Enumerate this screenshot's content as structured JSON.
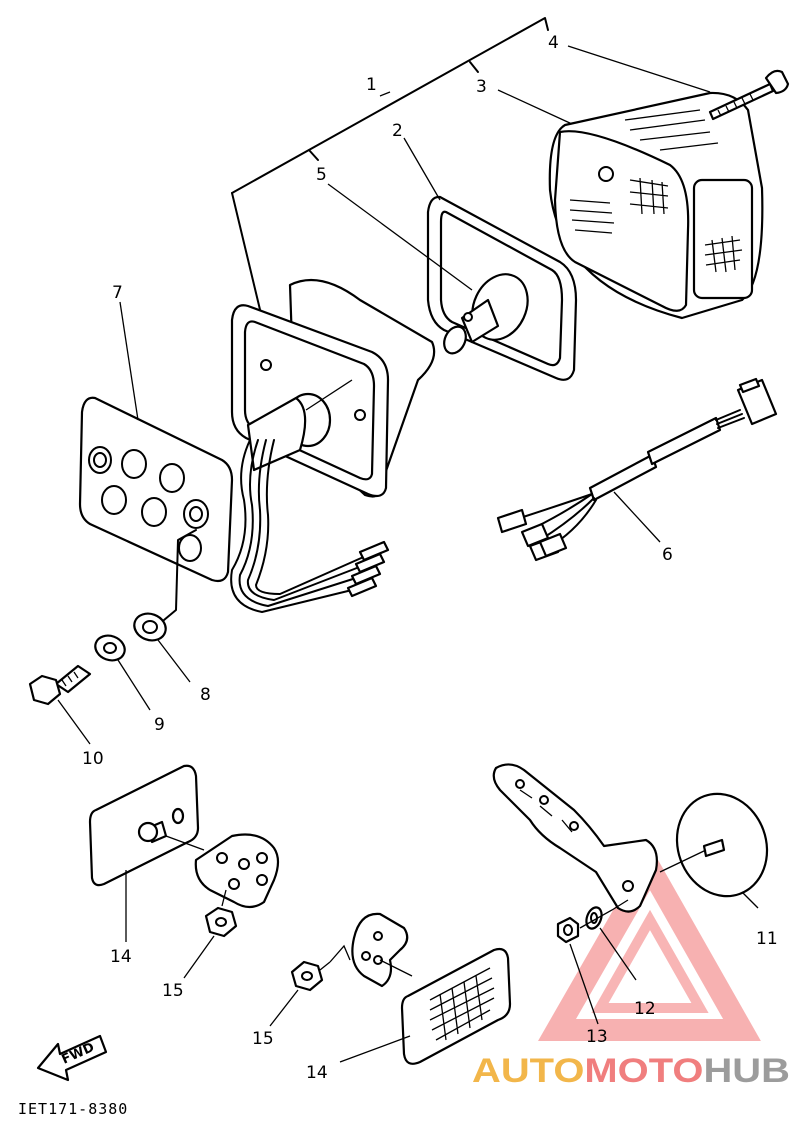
{
  "callouts": {
    "c1": "1",
    "c2": "2",
    "c3": "3",
    "c4": "4",
    "c5": "5",
    "c6": "6",
    "c7": "7",
    "c8": "8",
    "c9": "9",
    "c10": "10",
    "c11": "11",
    "c12": "12",
    "c13": "13",
    "c14a": "14",
    "c14b": "14",
    "c15a": "15",
    "c15b": "15"
  },
  "fwd_label": "FWD",
  "diagram_code": "IET171-8380",
  "watermark": {
    "part1": "AUTO",
    "part2": "MOTO",
    "part3": "HUB"
  },
  "colors": {
    "line": "#000000",
    "watermark_orange": "#f2b64a",
    "watermark_red": "#f07e7e",
    "watermark_gray": "#9c9c9c"
  }
}
